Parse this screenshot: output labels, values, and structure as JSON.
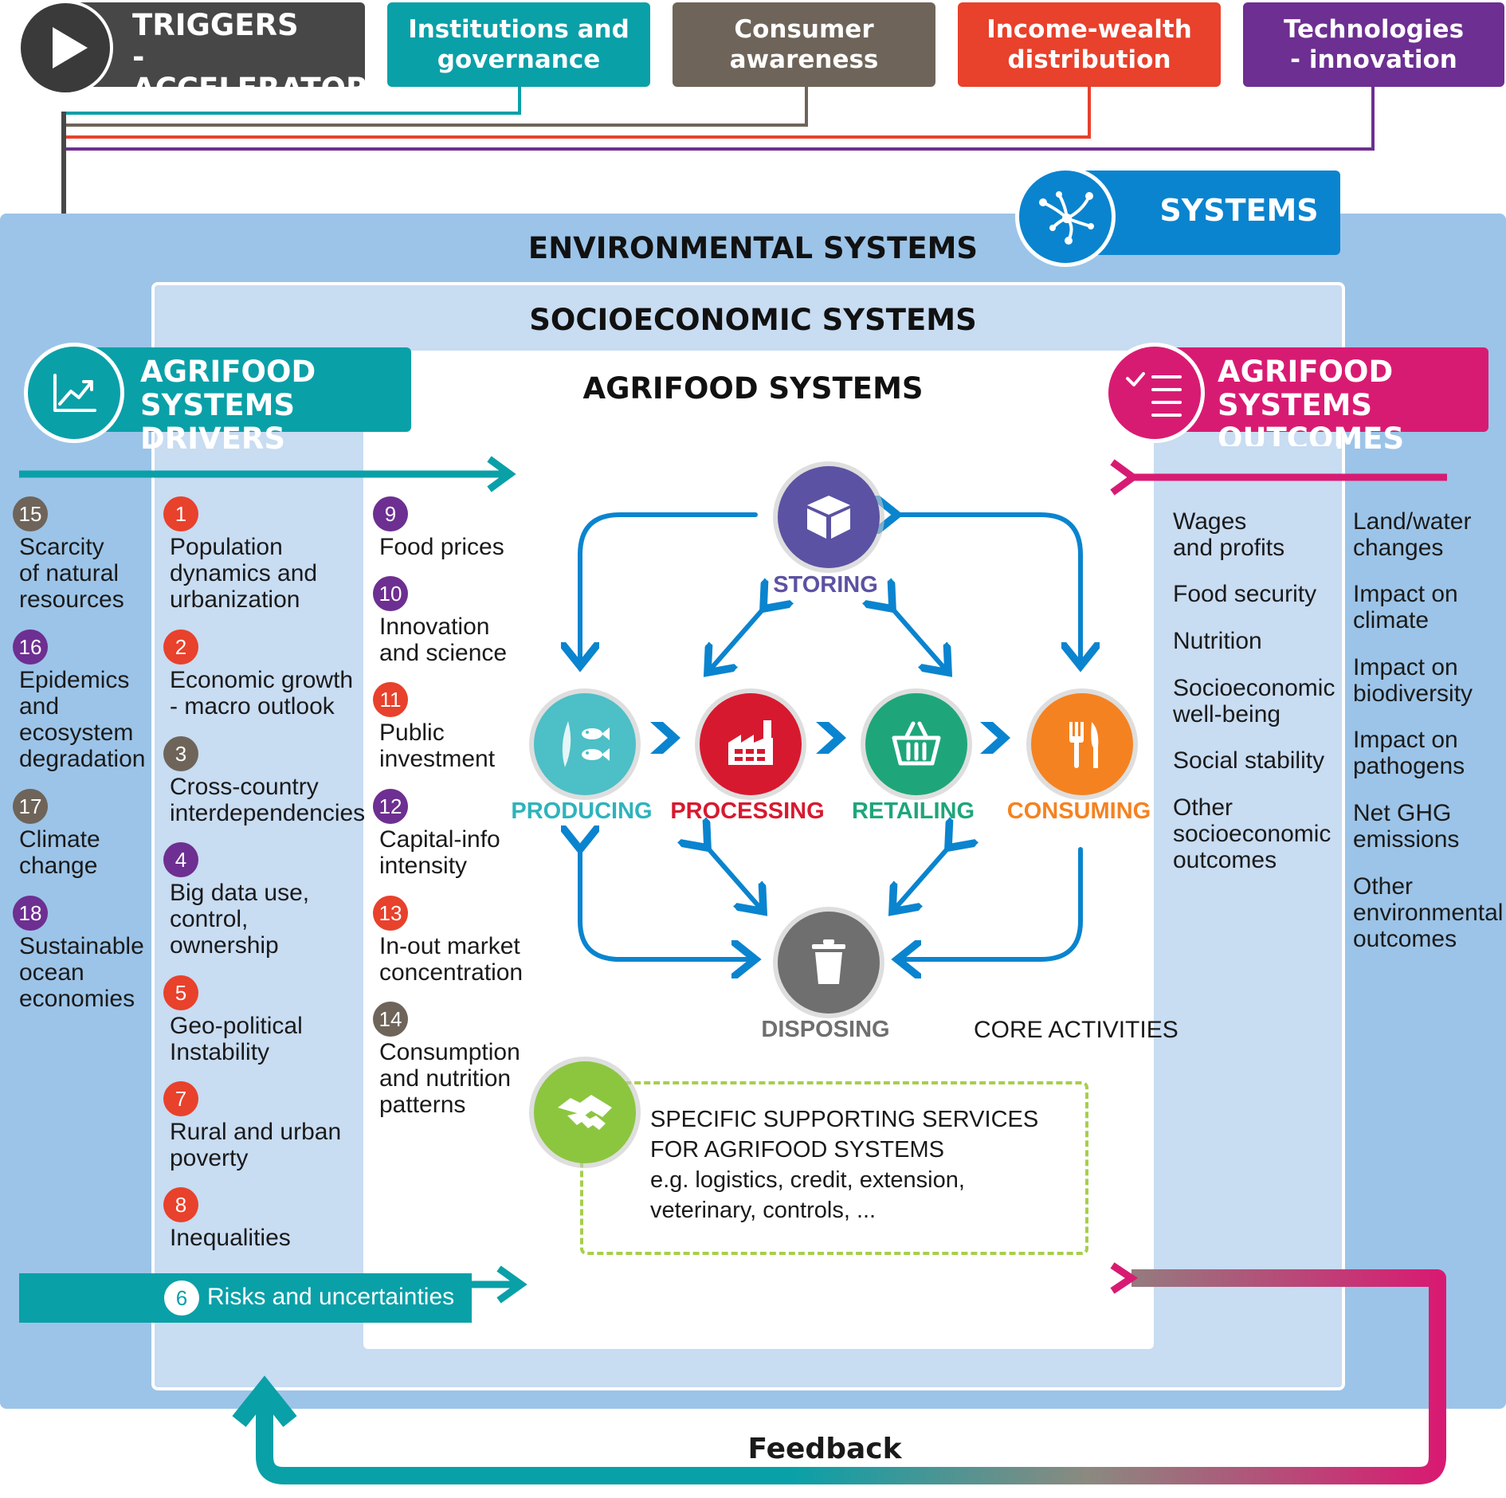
{
  "triggers": {
    "main_label": "TRIGGERS\n- ACCELERATORS",
    "items": [
      {
        "label": "Institutions and\ngovernance",
        "color": "#0aa0a8"
      },
      {
        "label": "Consumer\nawareness",
        "color": "#6e6459"
      },
      {
        "label": "Income-wealth\ndistribution",
        "color": "#e8412c"
      },
      {
        "label": "Technologies\n- innovation",
        "color": "#6d2f91"
      }
    ]
  },
  "systems": {
    "badge": "SYSTEMS",
    "environmental": "ENVIRONMENTAL SYSTEMS",
    "socioeconomic": "SOCIOECONOMIC SYSTEMS",
    "agrifood": "AGRIFOOD SYSTEMS"
  },
  "drivers": {
    "title": "AGRIFOOD SYSTEMS\nDRIVERS",
    "items": [
      {
        "num": "15",
        "label": "Scarcity\nof natural\nresources",
        "color": "#6e6459"
      },
      {
        "num": "16",
        "label": "Epidemics\nand\necosystem\ndegradation",
        "color": "#6d2f91"
      },
      {
        "num": "17",
        "label": "Climate\nchange",
        "color": "#6e6459"
      },
      {
        "num": "18",
        "label": "Sustainable\nocean\neconomies",
        "color": "#6d2f91"
      },
      {
        "num": "1",
        "label": "Population\ndynamics and\nurbanization",
        "color": "#e8412c"
      },
      {
        "num": "2",
        "label": "Economic growth\n- macro outlook",
        "color": "#e8412c"
      },
      {
        "num": "3",
        "label": "Cross-country\ninterdependencies",
        "color": "#6e6459"
      },
      {
        "num": "4",
        "label": "Big data use,\ncontrol,\nownership",
        "color": "#6d2f91"
      },
      {
        "num": "5",
        "label": "Geo-political\nInstability",
        "color": "#e8412c"
      },
      {
        "num": "7",
        "label": "Rural and urban\npoverty",
        "color": "#e8412c"
      },
      {
        "num": "8",
        "label": "Inequalities",
        "color": "#e8412c"
      },
      {
        "num": "9",
        "label": "Food prices",
        "color": "#6d2f91"
      },
      {
        "num": "10",
        "label": "Innovation\nand science",
        "color": "#6d2f91"
      },
      {
        "num": "11",
        "label": "Public\ninvestment",
        "color": "#e8412c"
      },
      {
        "num": "12",
        "label": "Capital-info\nintensity",
        "color": "#6d2f91"
      },
      {
        "num": "13",
        "label": "In-out market\nconcentration",
        "color": "#e8412c"
      },
      {
        "num": "14",
        "label": "Consumption\nand nutrition\npatterns",
        "color": "#6e6459"
      }
    ],
    "risks": {
      "num": "6",
      "label": "Risks and uncertainties"
    }
  },
  "activities": {
    "storing": "STORING",
    "producing": "PRODUCING",
    "processing": "PROCESSING",
    "retailing": "RETAILING",
    "consuming": "CONSUMING",
    "disposing": "DISPOSING",
    "core": "CORE ACTIVITIES"
  },
  "services": {
    "title": "SPECIFIC SUPPORTING SERVICES\nFOR AGRIFOOD SYSTEMS",
    "examples": "e.g. logistics, credit, extension,\nveterinary, controls, ..."
  },
  "outcomes": {
    "title": "AGRIFOOD SYSTEMS\nOUTCOMES",
    "socioeconomic": [
      "Wages\nand profits",
      "Food security",
      "Nutrition",
      "Socioeconomic\nwell-being",
      "Social stability",
      "Other\nsocioeconomic\noutcomes"
    ],
    "environmental": [
      "Land/water\nchanges",
      "Impact on\nclimate",
      "Impact on\nbiodiversity",
      "Impact on\npathogens",
      "Net GHG\nemissions",
      "Other\nenvironmental\noutcomes"
    ]
  },
  "feedback": "Feedback",
  "colors": {
    "teal": "#0aa0a8",
    "magenta": "#d81b72",
    "blue": "#0a84cf",
    "env_bg": "#9cc4e8",
    "socio_bg": "#c8dcf2"
  }
}
